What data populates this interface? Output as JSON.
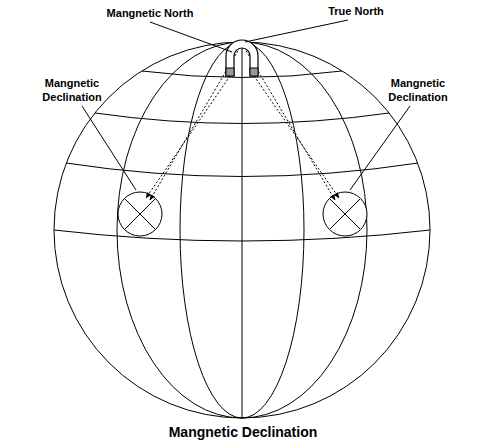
{
  "diagram": {
    "caption": "Mangnetic Declination",
    "labels": [
      "Mangnetic North",
      "True North",
      "Mangnetic Declination",
      "Mangnetic Declination"
    ]
  }
}
